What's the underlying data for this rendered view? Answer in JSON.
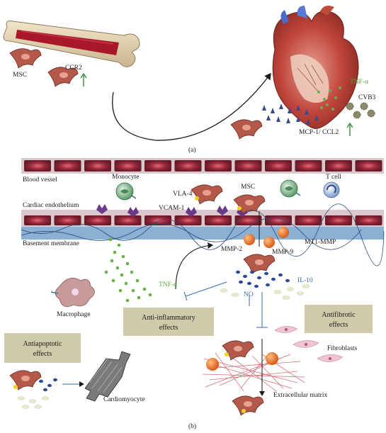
{
  "panel_a": {
    "caption": "(a)",
    "labels": {
      "msc": "MSC",
      "ccr2": "CCR2",
      "tnf": "TNF-α",
      "cvb3": "CVB3",
      "mcp": "MCP-1/ CCL2"
    }
  },
  "panel_b": {
    "caption": "(b)",
    "labels": {
      "blood_vessel": "Blood vessel",
      "monocyte": "Monocyte",
      "t_cell": "T cell",
      "vla4": "VLA-4",
      "msc": "MSC",
      "cardiac_endothelium": "Cardiac endothelium",
      "vcam1": "VCAM-1",
      "basement_membrane": "Basement membrane",
      "mmp2": "MMP-2",
      "mmp9": "MMP-9",
      "mt1mmp": "MT1-MMP",
      "il10": "IL-10",
      "no": "NO",
      "tnf": "TNF-α",
      "macrophage": "Macrophage",
      "fibroblasts": "Fibroblasts",
      "extracellular_matrix": "Extracellular matrix",
      "cardiomyocyte": "Cardiomyocyte"
    },
    "boxes": {
      "anti_inflammatory": [
        "Anti-inflammatory",
        "effects"
      ],
      "antifibrotic": [
        "Antifibrotic",
        "effects"
      ],
      "antiapoptotic": [
        "Antiapoptotic",
        "effects"
      ]
    }
  },
  "colors": {
    "vessel_cell": "#8a2a3a",
    "vessel_band": "#b04050",
    "membrane": "#7aa0c8",
    "effect_box": "#cfcbaa",
    "mmp_orange": "#e8742a",
    "green_dot": "#6ab04a",
    "blue_dot": "#2a4a98"
  }
}
